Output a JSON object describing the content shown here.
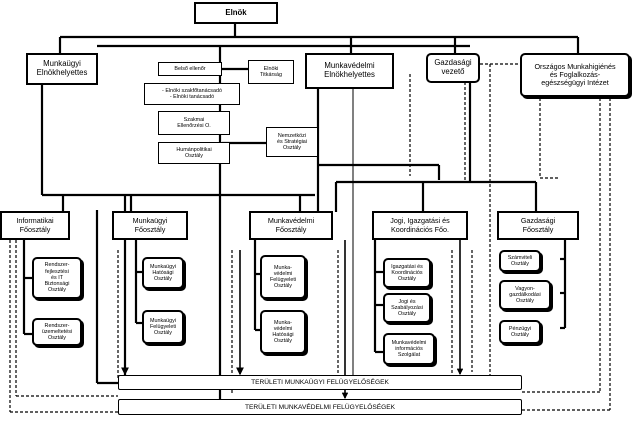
{
  "chart": {
    "president": "Elnök",
    "vice_president_labour": "Munkaügyi\nElnökhelyettes",
    "vice_president_safety": "Munkavédelmi\nElnökhelyettes",
    "economic_director": "Gazdasági\nvezető",
    "national_institute": "Országos Munkahigiénés\nés Foglalkozás-\negészségügyi Intézet",
    "internal_auditor": "Belső ellenőr",
    "presidential_secretariat": "Elnöki\nTitkárság",
    "advisors": "- Elnöki szakfőtanácsadó\n- Elnöki tanácsadó",
    "professional_control": "Szakmai\nEllenőrzési O.",
    "hr_department": "Humánpolitikai\nOsztály",
    "international_strategy": "Nemzetközi\nés Stratégiai\nOsztály",
    "it_main_dept": "Informatikai\nFőosztály",
    "it_dev_dept": "Rendszer-\nfejlesztési\nés IT\nBiztonsági\nOsztály",
    "it_ops_dept": "Rendszer-\nüzemeltetési\nOsztály",
    "labour_main_dept": "Munkaügyi\nFőosztály",
    "labour_authority_dept": "Munkaügyi\nHatósági\nOsztály",
    "labour_supervision_dept": "Munkaügyi\nFelügyeleti\nOsztály",
    "safety_main_dept": "Munkavédelmi\nFőosztály",
    "safety_supervision_dept": "Munka-\nvédelmi\nFelügyeleti\nOsztály",
    "safety_authority_dept": "Munka-\nvédelmi\nHatósági\nOsztály",
    "legal_main_dept": "Jogi, Igazgatási és\nKoordinációs Főo.",
    "admin_coord_dept": "Igazgatási és\nKoordinációs\nOsztály",
    "legal_codification_dept": "Jogi és\nSzabályozási\nOsztály",
    "safety_info_service": "Munkavédelmi\ninformációs\nSzolgálat",
    "economic_main_dept": "Gazdasági\nFőosztály",
    "accounting_dept": "Számviteli\nOsztály",
    "asset_mgmt_dept": "Vagyon-\ngazdálkodási\nOsztály",
    "finance_dept": "Pénzügyi\nOsztály",
    "regional_labour_inspectorates": "TERÜLETI MUNKAÜGYI FELÜGYELŐSÉGEK",
    "regional_safety_inspectorates": "TERÜLETI MUNKAVÉDELMI FELÜGYELŐSÉGEK"
  }
}
